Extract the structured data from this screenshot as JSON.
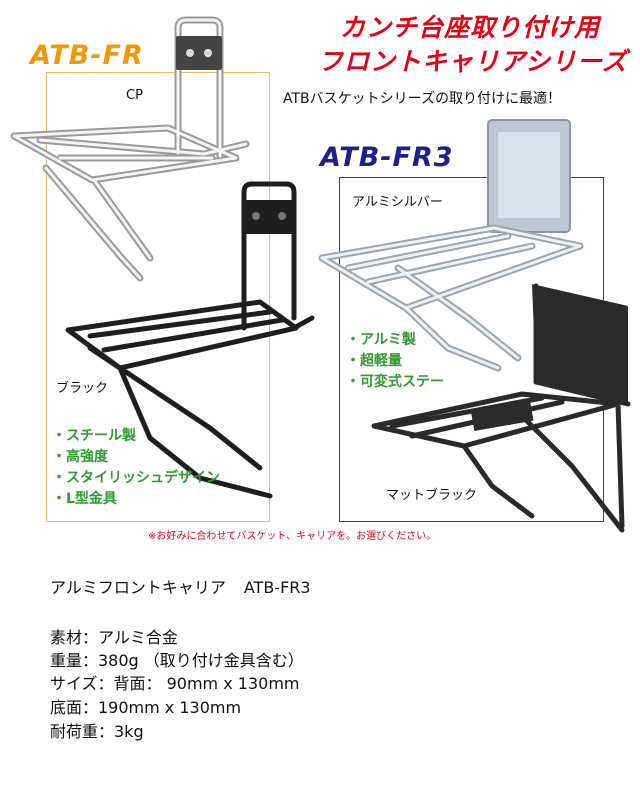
{
  "header": {
    "line1": "カンチ台座取り付け用",
    "line2": "フロントキャリアシリーズ",
    "subline": "ATBバスケットシリーズの取り付けに最適！"
  },
  "series_fr": {
    "title": "ATB-FR",
    "variant_cp": "CP",
    "variant_black": "ブラック",
    "features": [
      "・スチール製",
      "・高強度",
      "・スタイリッシュデザイン",
      "・L型金具"
    ],
    "color_accent": "#f39800"
  },
  "series_fr3": {
    "title": "ATB-FR3",
    "variant_silver": "アルミシルバー",
    "variant_matte": "マットブラック",
    "features": [
      "・アルミ製",
      "・超軽量",
      "・可変式ステー"
    ],
    "color_accent": "#1d2088"
  },
  "note": "※お好みに合わせてバスケット、キャリアを。お選びください。",
  "spec": {
    "product_name": "アルミフロントキャリア",
    "product_code": "ATB-FR3",
    "material": "素材：アルミ合金",
    "weight": "重量：380g （取り付け金具含む）",
    "size_back": "サイズ：背面： 90mm x 130mm",
    "size_bottom": "底面：190mm x 130mm",
    "load": "耐荷重：3kg"
  },
  "colors": {
    "header_red": "#e60012",
    "feature_green": "#2e9c2e"
  }
}
